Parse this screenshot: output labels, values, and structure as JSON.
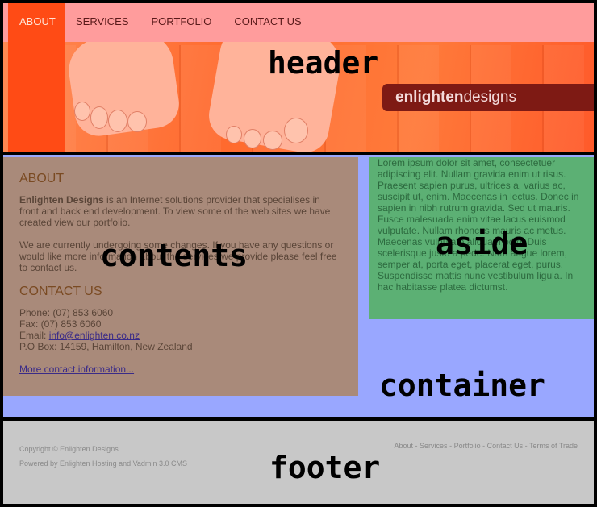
{
  "labels": {
    "header": "header",
    "contents": "contents",
    "aside": "aside",
    "container": "container",
    "footer": "footer"
  },
  "nav": {
    "items": [
      "ABOUT",
      "SERVICES",
      "PORTFOLIO",
      "CONTACT US"
    ],
    "active": "ABOUT"
  },
  "logo": {
    "bold": "enlighten",
    "light": "designs"
  },
  "contents": {
    "about_heading": "ABOUT",
    "about_bold": "Enlighten Designs",
    "about_text": " is an Internet solutions provider that specialises in front and back end development. To view some of the web sites we have created view our portfolio.",
    "about_text2": "We are currently undergoing some changes. If you have any questions or would like more information about the services we provide please feel free to contact us.",
    "contact_heading": "CONTACT US",
    "phone": "Phone: (07) 853 6060",
    "fax": "Fax: (07) 853 6060",
    "email_label": "Email: ",
    "email": "info@enlighten.co.nz",
    "po_box": "P.O Box: 14159, Hamilton, New Zealand",
    "more_link": "More contact information..."
  },
  "aside": {
    "text": "Lorem ipsum dolor sit amet, consectetuer adipiscing elit. Nullam gravida enim ut risus. Praesent sapien purus, ultrices a, varius ac, suscipit ut, enim. Maecenas in lectus. Donec in sapien in nibh rutrum gravida. Sed ut mauris. Fusce malesuada enim vitae lacus euismod vulputate. Nullam rhoncus mauris ac metus. Maecenas vulputate aliquam odio. Duis scelerisque justo a pede. Nam augue lorem, semper at, porta eget, placerat eget, purus. Suspendisse mattis nunc vestibulum ligula. In hac habitasse platea dictumst."
  },
  "footer": {
    "copyright": "Copyright © Enlighten Designs",
    "powered": "Powered by Enlighten Hosting and Vadmin 3.0 CMS",
    "links": [
      "About",
      "Services",
      "Portfolio",
      "Contact Us",
      "Terms of Trade"
    ]
  }
}
